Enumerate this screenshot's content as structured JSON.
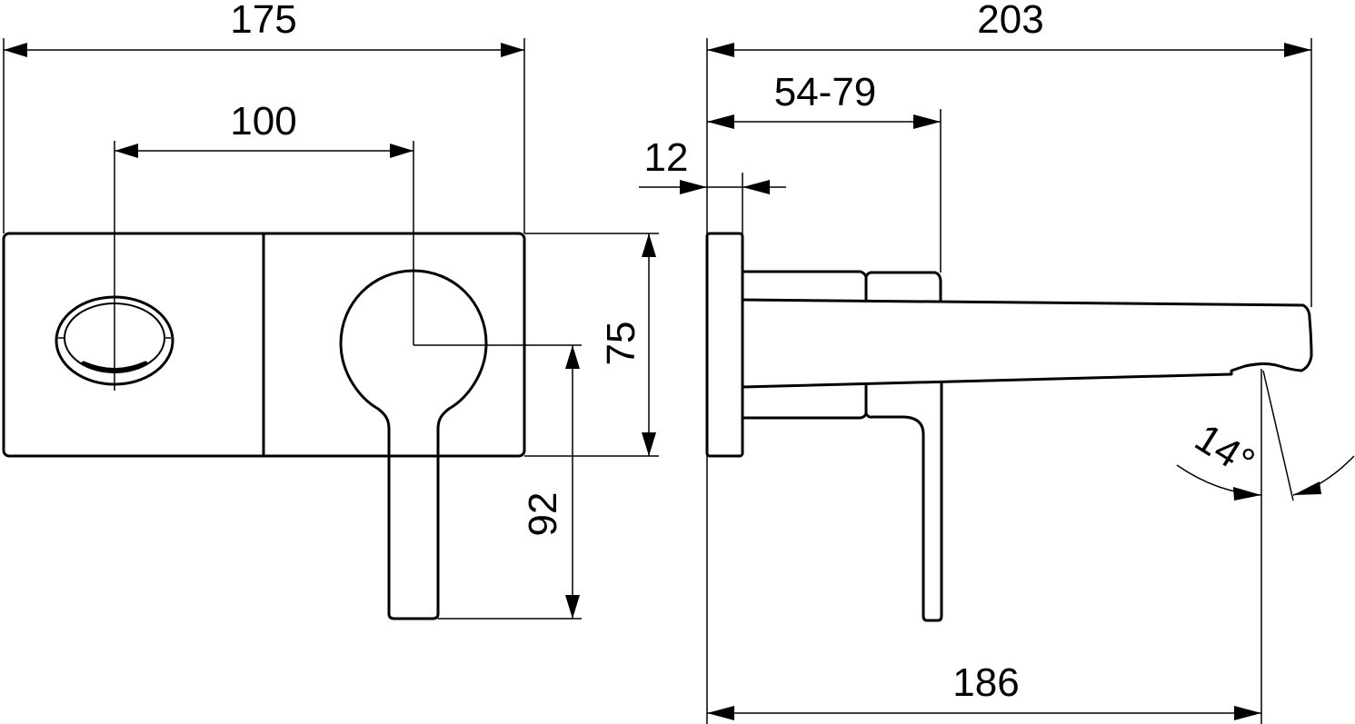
{
  "drawing": {
    "type": "technical dimension drawing",
    "subject": "wall-mounted basin mixer (front and side views)",
    "units": "mm",
    "line_color": "#000000",
    "background": "#ffffff"
  },
  "front_view": {
    "dimensions": {
      "overall_width": "175",
      "spout_to_lever_spacing": "100",
      "plate_height": "75",
      "lever_drop": "92"
    }
  },
  "side_view": {
    "dimensions": {
      "overall_projection": "203",
      "wall_depth_range": "54-79",
      "plate_thickness": "12",
      "spout_outlet_distance": "186",
      "outlet_angle": "14°"
    }
  }
}
